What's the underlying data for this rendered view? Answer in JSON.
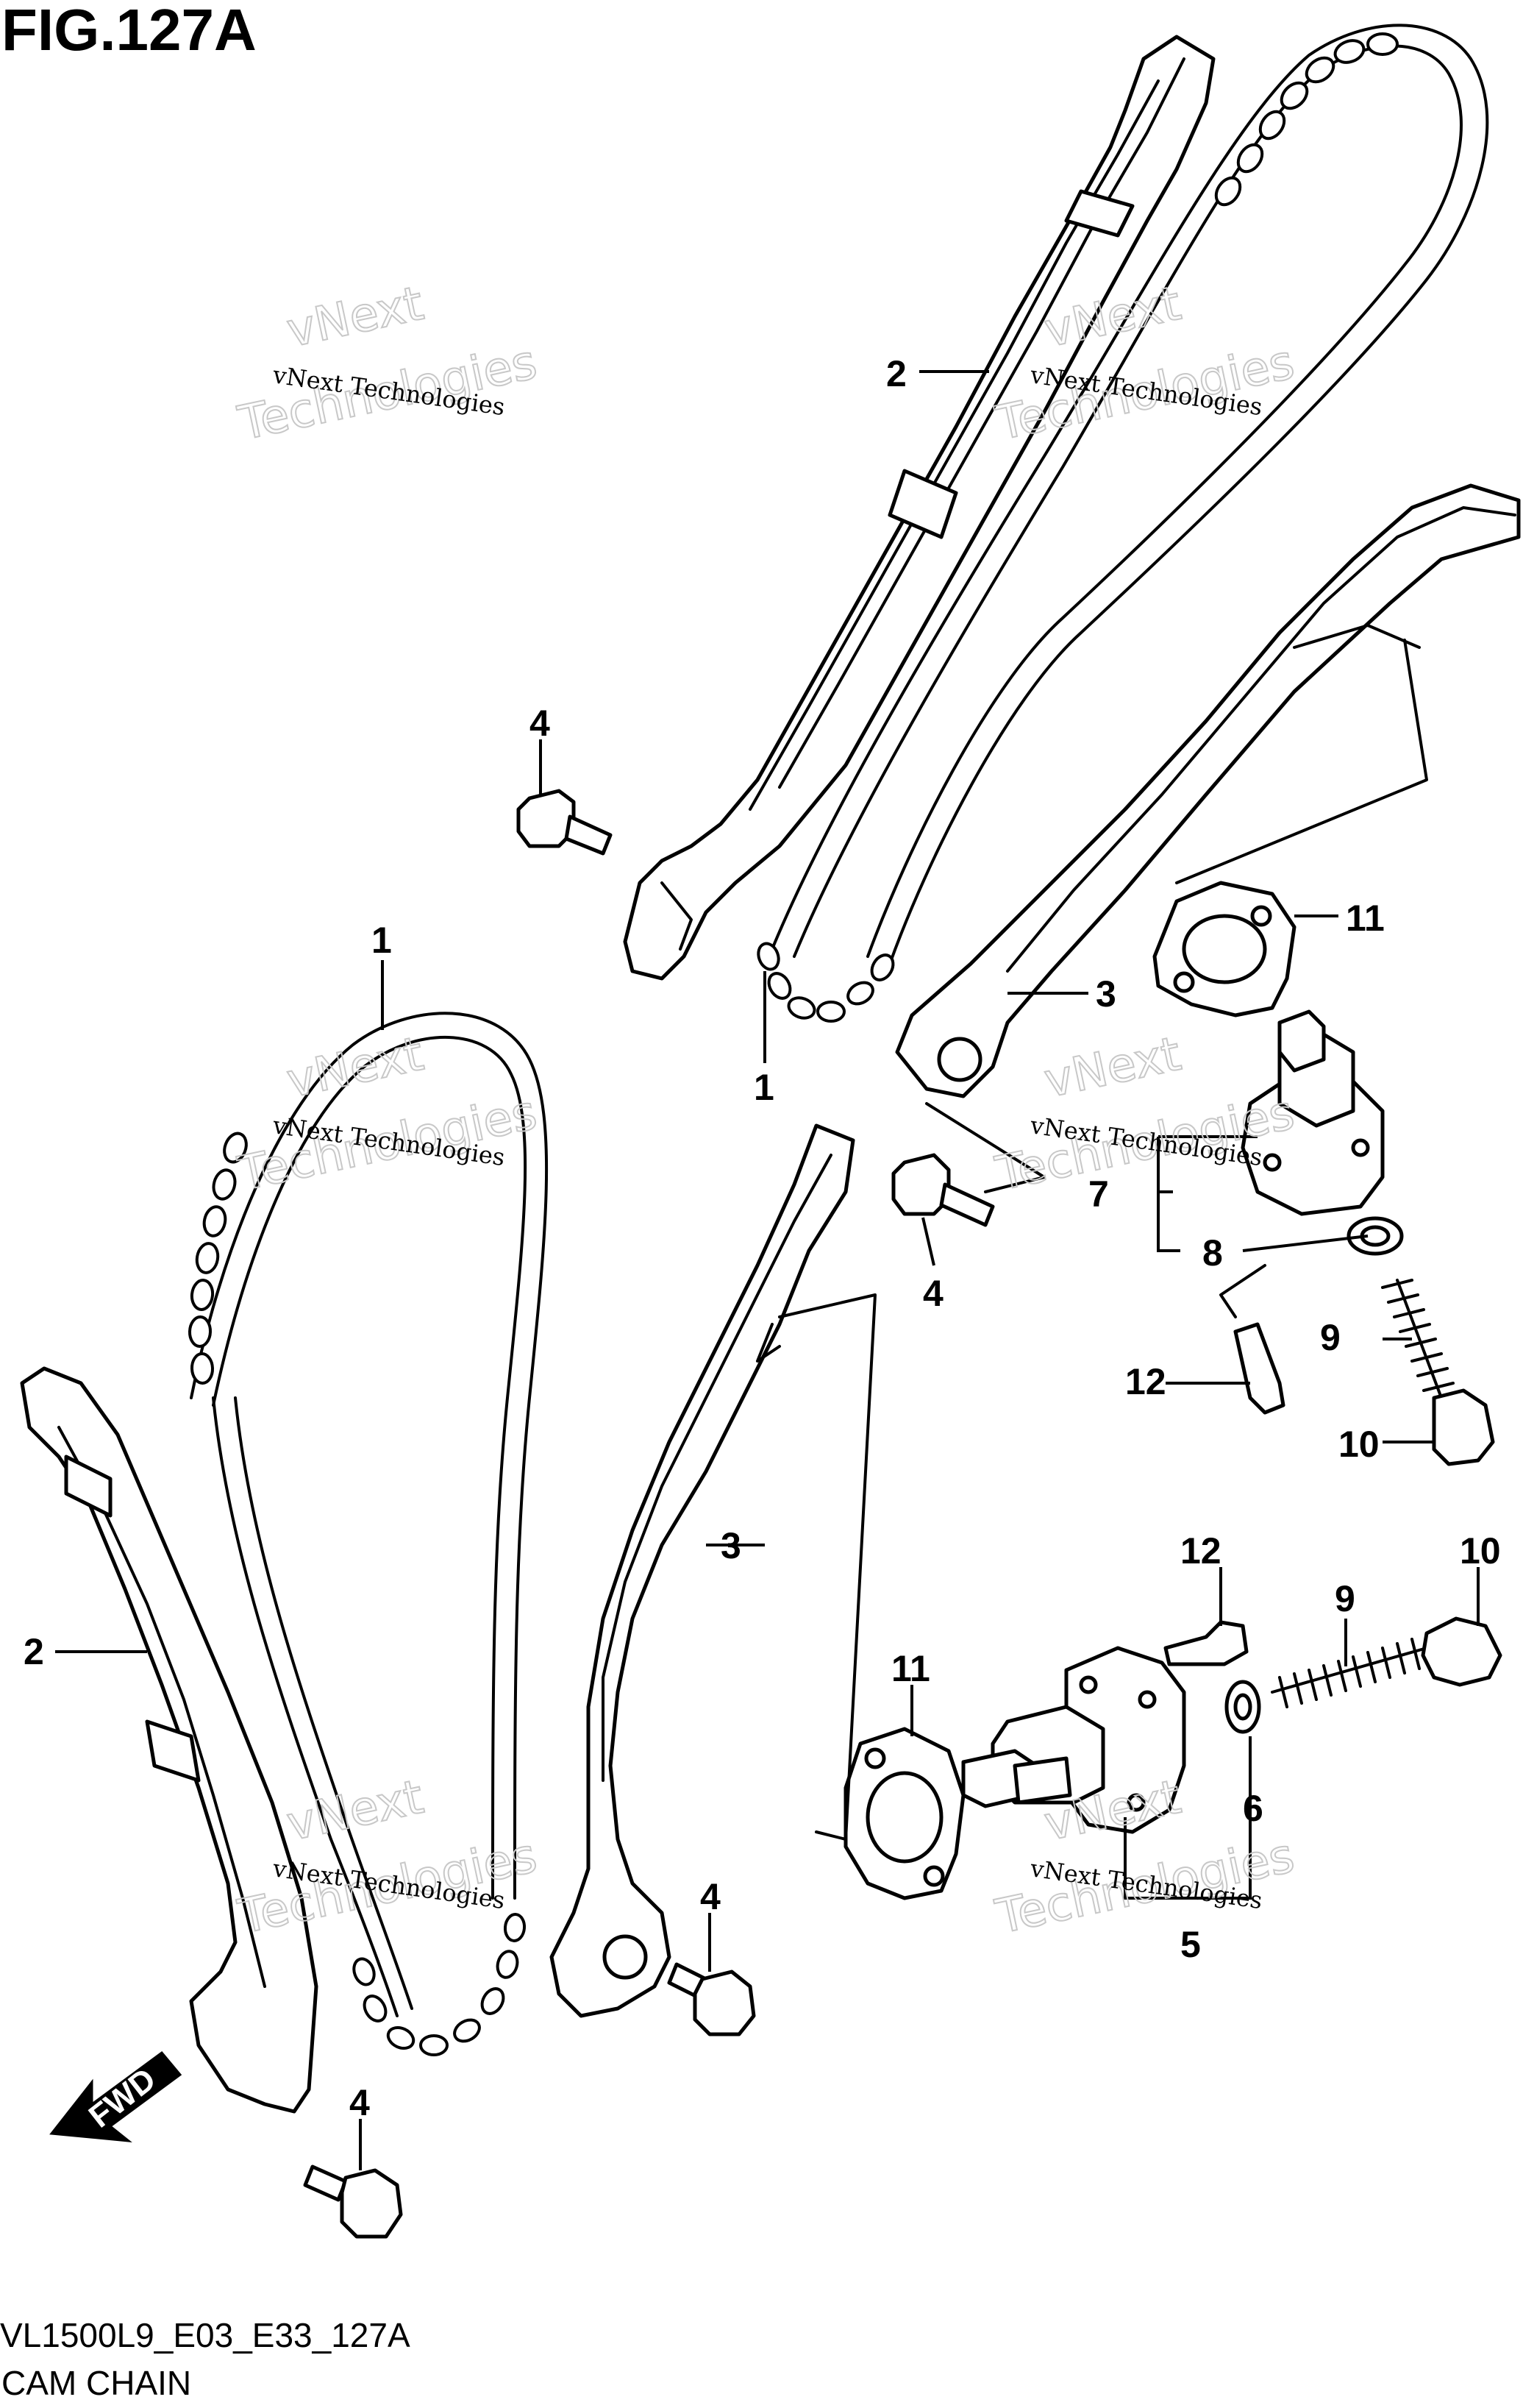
{
  "figure": {
    "title": "FIG.127A",
    "code": "VL1500L9_E03_E33_127A",
    "name": "CAM CHAIN"
  },
  "watermark": {
    "line1": "vNext Technologies",
    "line2": "vNext",
    "line3": "Technologies"
  },
  "direction_label": "FWD",
  "callouts": {
    "top": {
      "chain": "1",
      "chain_guide": "2",
      "tensioner_arm": "3",
      "bolt": "4",
      "tensioner": "7",
      "washer": "8",
      "spring": "9",
      "screw_cap": "10",
      "gasket": "11",
      "bolt_small": "12"
    },
    "bottom": {
      "chain": "1",
      "chain_guide": "2",
      "tensioner_arm": "3",
      "bolt_arm": "4",
      "bolt_guide": "4",
      "tensioner": "5",
      "washer": "6",
      "spring": "9",
      "screw_cap": "10",
      "gasket": "11",
      "bolt_small": "12"
    }
  },
  "colors": {
    "line": "#000000",
    "background": "#ffffff",
    "watermark": "#c8c8c8"
  }
}
